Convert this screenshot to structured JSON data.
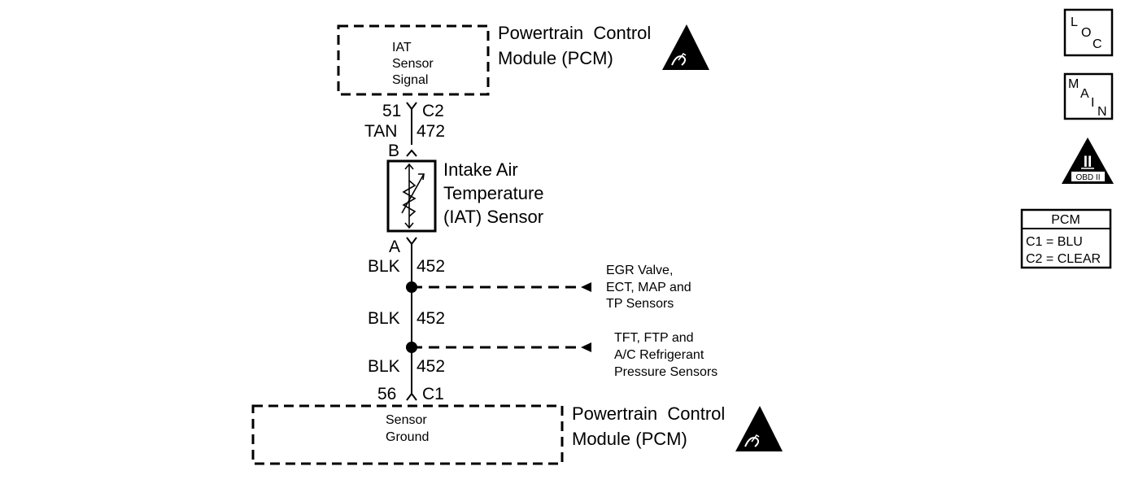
{
  "pcm_top": {
    "box_lines": [
      "IAT",
      "Sensor",
      "Signal"
    ],
    "title_line1": "Powertrain  Control",
    "title_line2": "Module (PCM)"
  },
  "connector_c2": {
    "pin": "51",
    "connector": "C2"
  },
  "wire_top": {
    "color": "TAN",
    "circuit": "472"
  },
  "sensor": {
    "terminal_b": "B",
    "terminal_a": "A",
    "label_lines": [
      "Intake Air",
      "Temperature",
      "(IAT) Sensor"
    ]
  },
  "wire_seg1": {
    "color": "BLK",
    "circuit": "452"
  },
  "wire_seg2": {
    "color": "BLK",
    "circuit": "452"
  },
  "wire_seg3": {
    "color": "BLK",
    "circuit": "452"
  },
  "splice1_ref": {
    "lines": [
      "EGR Valve,",
      "ECT, MAP and",
      "TP Sensors"
    ]
  },
  "splice2_ref": {
    "lines": [
      "TFT, FTP and",
      "A/C Refrigerant",
      "Pressure Sensors"
    ]
  },
  "connector_c1": {
    "pin": "56",
    "connector": "C1"
  },
  "pcm_bottom": {
    "box_lines": [
      "Sensor",
      "Ground"
    ],
    "title_line1": "Powertrain  Control",
    "title_line2": "Module (PCM)"
  },
  "nav": {
    "loc": [
      "L",
      "O",
      "C"
    ],
    "main": [
      "M",
      "A",
      "I",
      "N"
    ],
    "obd": {
      "numeral": "II",
      "label": "OBD II"
    }
  },
  "pcm_table": {
    "header": "PCM",
    "rows": [
      "C1 = BLU",
      "C2 = CLEAR"
    ]
  },
  "colors": {
    "ink": "#000000",
    "background": "#ffffff"
  }
}
